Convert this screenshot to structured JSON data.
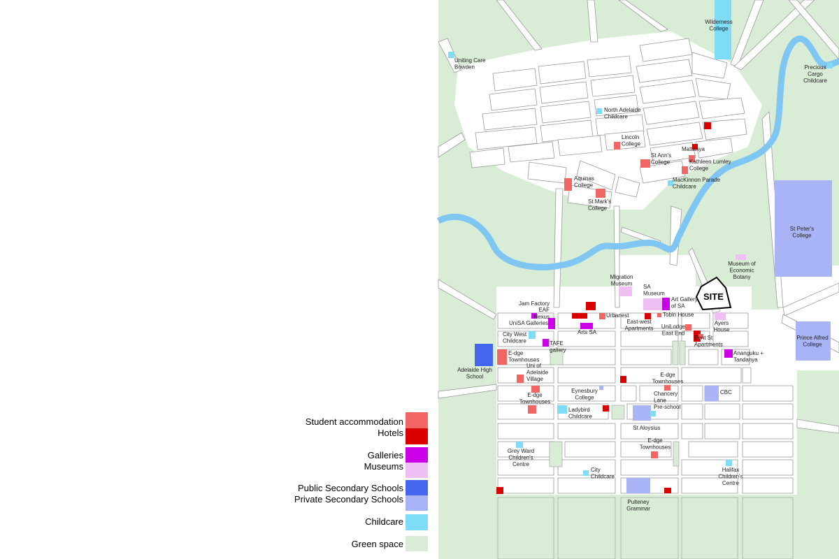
{
  "colors": {
    "student": "#f26565",
    "hotel": "#d90000",
    "gallery": "#cc00e8",
    "museum": "#f0bff3",
    "public_school": "#4466ee",
    "private_school": "#a9b4f7",
    "childcare": "#7fdcf7",
    "green": "#d9ecd6",
    "river": "#7fc6f2"
  },
  "site": {
    "label": "SITE"
  },
  "legend": [
    {
      "key": "student",
      "label": "Student accommodation"
    },
    {
      "key": "hotel",
      "label": "Hotels"
    },
    {
      "key": "gallery",
      "label": "Galleries"
    },
    {
      "key": "museum",
      "label": "Museums"
    },
    {
      "key": "public_school",
      "label": "Public Secondary Schools"
    },
    {
      "key": "private_school",
      "label": "Private Secondary Schools"
    },
    {
      "key": "childcare",
      "label": "Childcare"
    },
    {
      "key": "green",
      "label": "Green space"
    }
  ],
  "places": {
    "wilderness": "Wilderness\nCollege",
    "uniting_care": "Uniting Care\nBowden",
    "precious_cargo": "Precious\nCargo\nChildcare",
    "north_adelaide_childcare": "North Adelaide\nChildcare",
    "lincoln": "Lincoln\nCollege",
    "st_anns": "St Ann's\nCollege",
    "mattanya": "Mattanya",
    "kathleen_lumley": "Kathleen Lumley\nCollege",
    "mackinnon": "MacKinnon Parade\nChildcare",
    "aquinas": "Aquinas\nCollege",
    "st_marks": "St Mark's\nCollege",
    "st_peters": "St Peter's\nCollege",
    "migration_museum": "Migration\nMuseum",
    "sa_museum": "SA\nMuseum",
    "art_gallery": "Art Gallery\nof SA",
    "museum_econ_botany": "Museum of\nEconomic\nBotany",
    "jam_factory": "Jam Factory",
    "eaf": "EAF",
    "nexus": "Nexus",
    "unisa_galleries": "UniSA Galleries",
    "urbanest": "Urbanest",
    "east_west": "East-west\nApartments",
    "tobin_house": "Tobin House",
    "unilodge": "UniLodge\nEast End",
    "ayers_house": "Ayers\nHouse",
    "bent_st": "Bent St\nApartments",
    "arts_sa": "Arts SA",
    "city_west_childcare": "City West\nChildcare",
    "tafe_gallery": "TAFE\ngallery",
    "prince_alfred": "Prince Alfred\nCollege",
    "edge_1": "E-dge\nTownhouses",
    "adelaide_high": "Adelaide High\nSchool",
    "uni_adelaide_village": "Uni of\nAdelaide\nVillage",
    "anangu": "Ananguku +\nTandanya",
    "edge_2": "E-dge\nTownhouses",
    "edge_3": "E-dge\nTownhouses",
    "eynesbury": "Eynesbury\nCollege",
    "chancery": "Chancery\nLane\nPre-school",
    "cbc": "CBC",
    "ladybird": "Ladybird\nChildcare",
    "st_aloysius": "St Aloysius",
    "edge_4": "E-dge\nTownhouses",
    "grey_ward": "Grey Ward\nChildren's\nCentre",
    "city_childcare": "City\nChildcare",
    "halifax": "Halifax\nChildren's\nCentre",
    "pulteney": "Pulteney\nGrammar"
  }
}
